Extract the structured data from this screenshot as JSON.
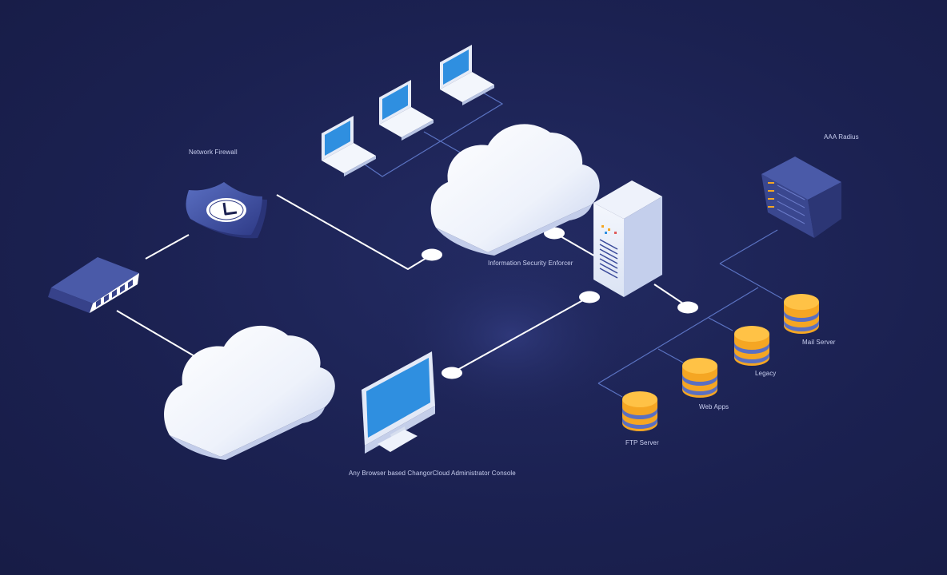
{
  "labels": {
    "network_firewall": "Network Firewall",
    "aaa_radius": "AAA Radius",
    "information_security_enforcer": "Information Security Enforcer",
    "mail_server": "Mail Server",
    "legacy": "Legacy",
    "web_apps": "Web Apps",
    "ftp_server": "FTP Server",
    "admin_console": "Any Browser based ChangorCloud Administrator Console"
  },
  "colors": {
    "background": "#1b2151",
    "link_line": "#ffffff",
    "network_line": "#5b73c2",
    "database_orange": "#f5a623",
    "screen_blue": "#2f8fe0"
  }
}
